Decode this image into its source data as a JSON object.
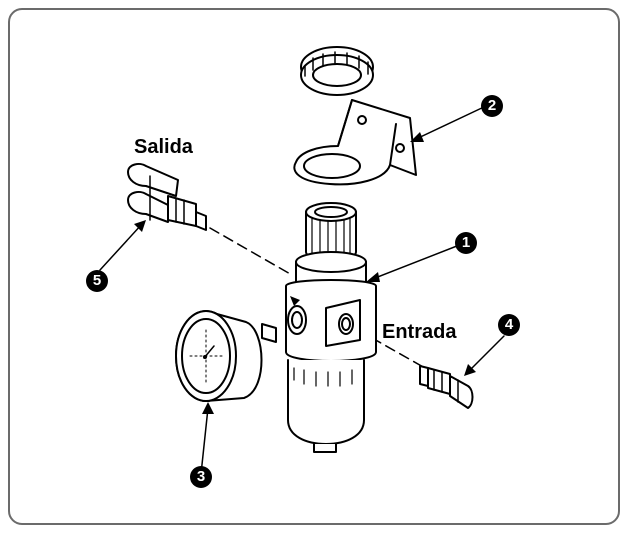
{
  "labels": {
    "outlet": "Salida",
    "inlet": "Entrada"
  },
  "callouts": [
    "1",
    "2",
    "3",
    "4",
    "5"
  ],
  "colors": {
    "ink": "#000000",
    "frame": "#6b6b6b",
    "background": "#ffffff"
  }
}
